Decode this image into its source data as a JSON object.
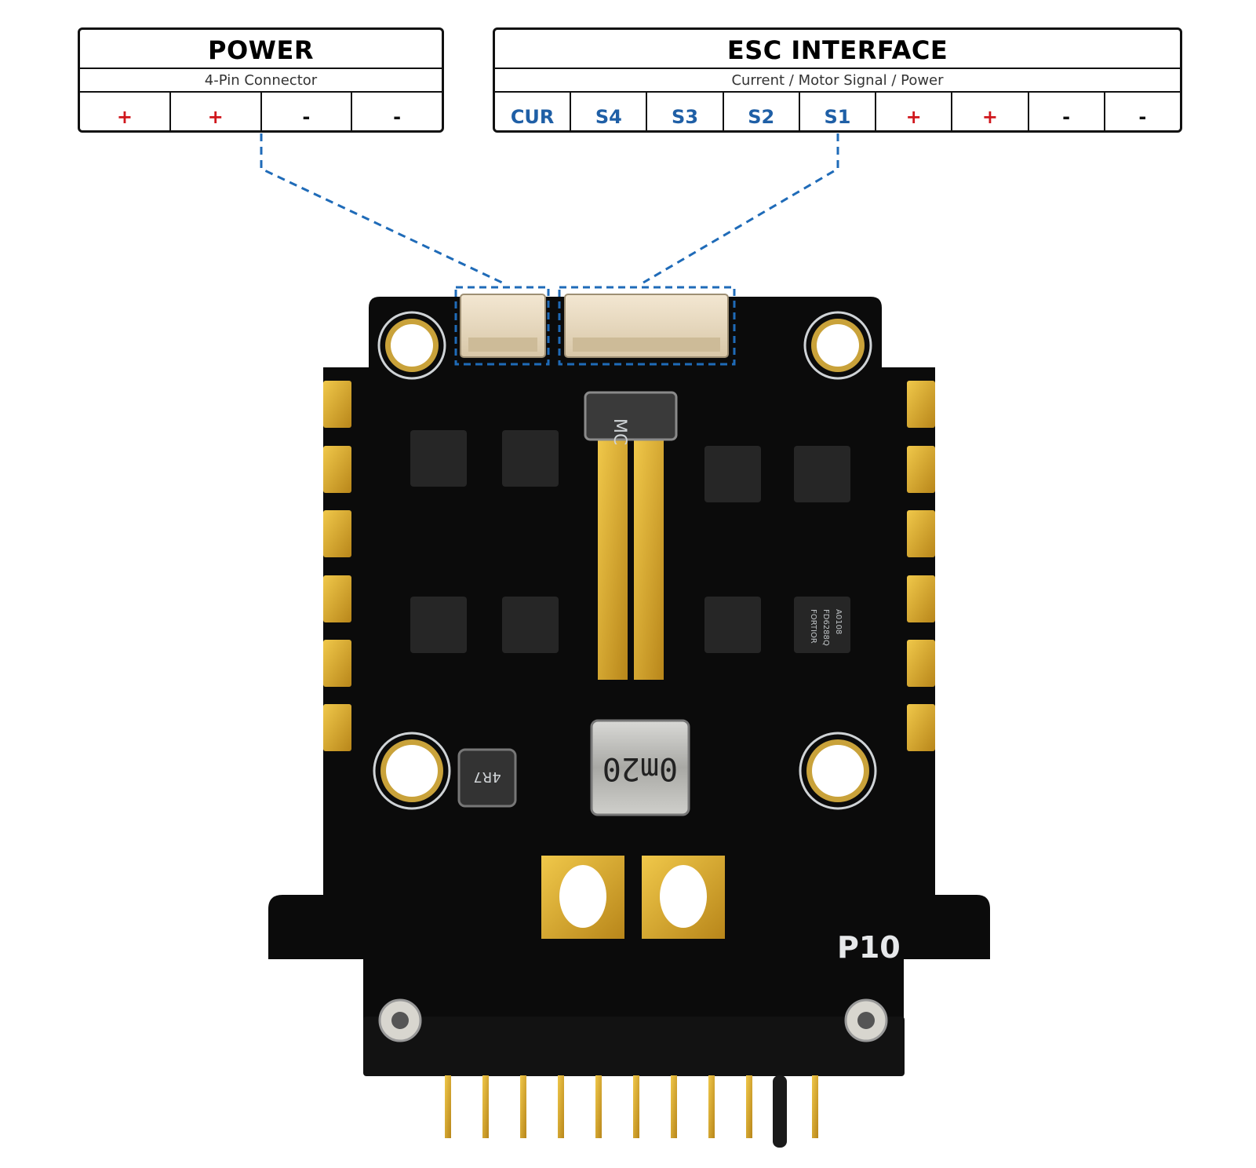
{
  "colors": {
    "positive": "#d0161c",
    "negative": "#111111",
    "signal": "#1f5fa6",
    "leader": "#1f6bb8",
    "pcb": "#0b0b0b",
    "gold": "#d7a92a",
    "silk": "#cfd3d6"
  },
  "power": {
    "title": "POWER",
    "subtitle": "4-Pin Connector",
    "pins": [
      {
        "label": "+",
        "kind": "positive"
      },
      {
        "label": "+",
        "kind": "positive"
      },
      {
        "label": "-",
        "kind": "negative"
      },
      {
        "label": "-",
        "kind": "negative"
      }
    ]
  },
  "esc": {
    "title": "ESC INTERFACE",
    "subtitle": "Current / Motor Signal / Power",
    "pins": [
      {
        "label": "CUR",
        "kind": "signal"
      },
      {
        "label": "S4",
        "kind": "signal"
      },
      {
        "label": "S3",
        "kind": "signal"
      },
      {
        "label": "S2",
        "kind": "signal"
      },
      {
        "label": "S1",
        "kind": "signal"
      },
      {
        "label": "+",
        "kind": "positive"
      },
      {
        "label": "+",
        "kind": "positive"
      },
      {
        "label": "-",
        "kind": "negative"
      },
      {
        "label": "-",
        "kind": "negative"
      }
    ]
  },
  "board": {
    "label": "P10",
    "inductor_top": "MC",
    "shunt": "0m20",
    "inductor_small": "4R7",
    "chip_text_1": "FORTIOR",
    "chip_text_2": "FD6288Q",
    "chip_text_3": "A0108"
  }
}
